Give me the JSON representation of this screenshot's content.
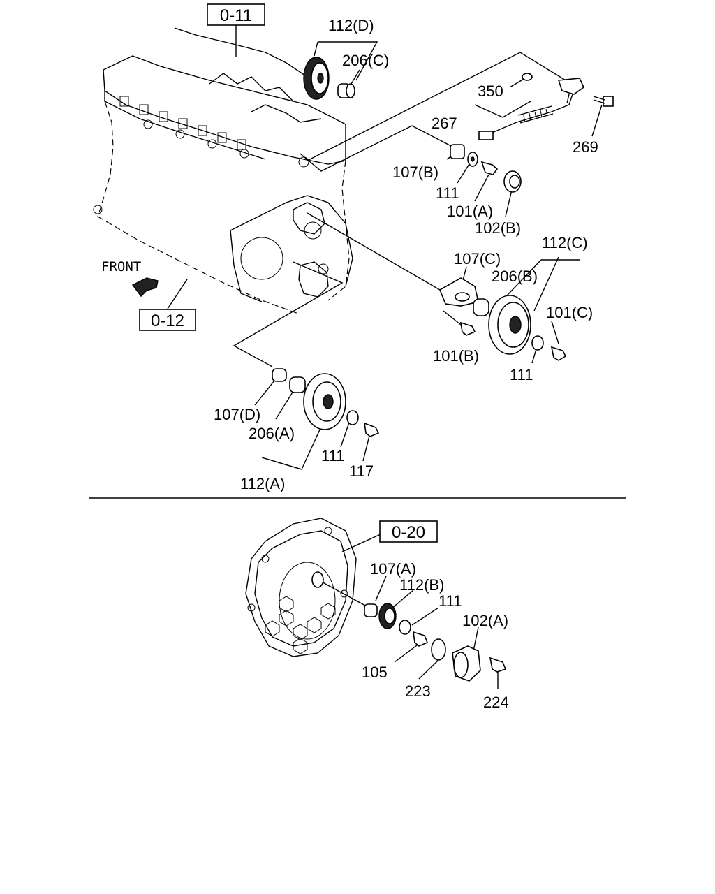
{
  "refs": {
    "r011": "0-11",
    "r012": "0-12",
    "r020": "0-20"
  },
  "front_label": "FRONT",
  "parts": {
    "p112d": "112(D)",
    "p206c": "206(C)",
    "p350": "350",
    "p267": "267",
    "p269": "269",
    "p107b": "107(B)",
    "p111a": "111",
    "p101a": "101(A)",
    "p102b": "102(B)",
    "p112c": "112(C)",
    "p107c": "107(C)",
    "p206b": "206(B)",
    "p101c": "101(C)",
    "p101b": "101(B)",
    "p111b": "111",
    "p107d": "107(D)",
    "p206a": "206(A)",
    "p111c": "111",
    "p117": "117",
    "p112a": "112(A)",
    "p107a": "107(A)",
    "p112b": "112(B)",
    "p111d": "111",
    "p102a": "102(A)",
    "p105": "105",
    "p223": "223",
    "p224": "224"
  }
}
